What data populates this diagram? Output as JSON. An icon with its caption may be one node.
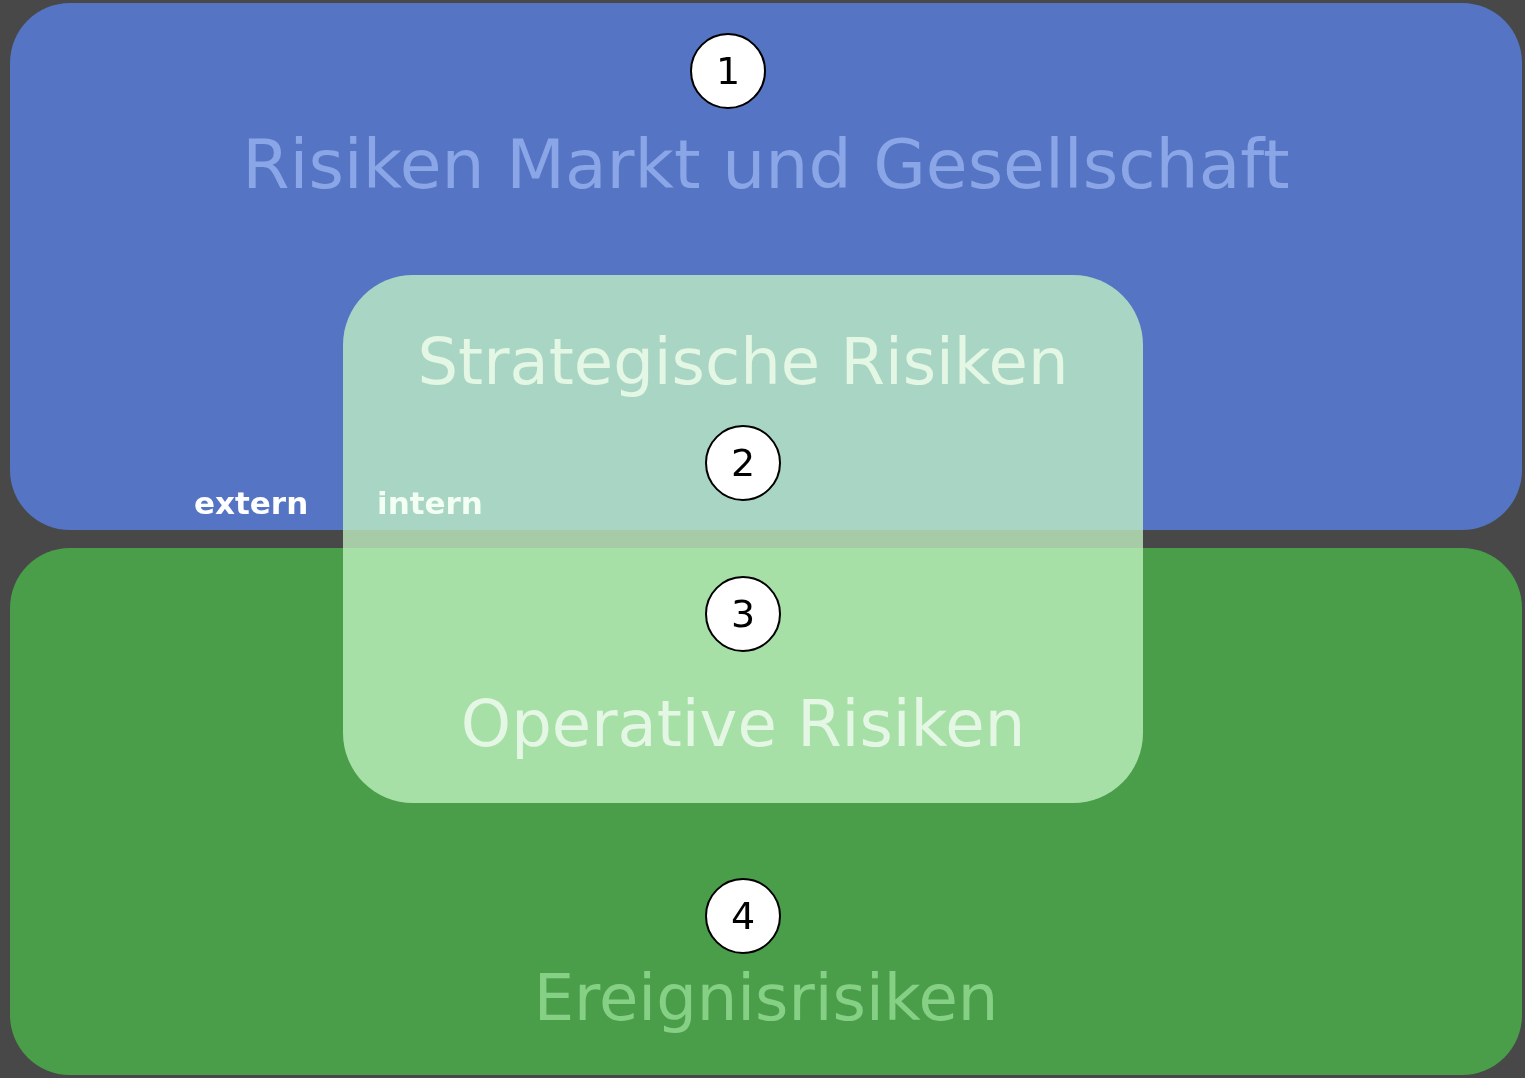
{
  "diagram": {
    "nodes": [
      {
        "text": [
          "Risiken Markt und Gesellschaft"
        ]
      },
      {
        "text": [
          "1"
        ],
        "in": 0
      },
      {
        "text": [
          "Strategische Risiken",
          "Operative Risiken"
        ]
      },
      {
        "text": [
          "2"
        ]
      },
      {
        "text": [
          "3"
        ]
      },
      {
        "text": [
          "Ereignisrisiken"
        ]
      },
      {
        "text": [
          "4"
        ],
        "in": 5
      }
    ],
    "labels": [
      "extern",
      "intern"
    ]
  }
}
